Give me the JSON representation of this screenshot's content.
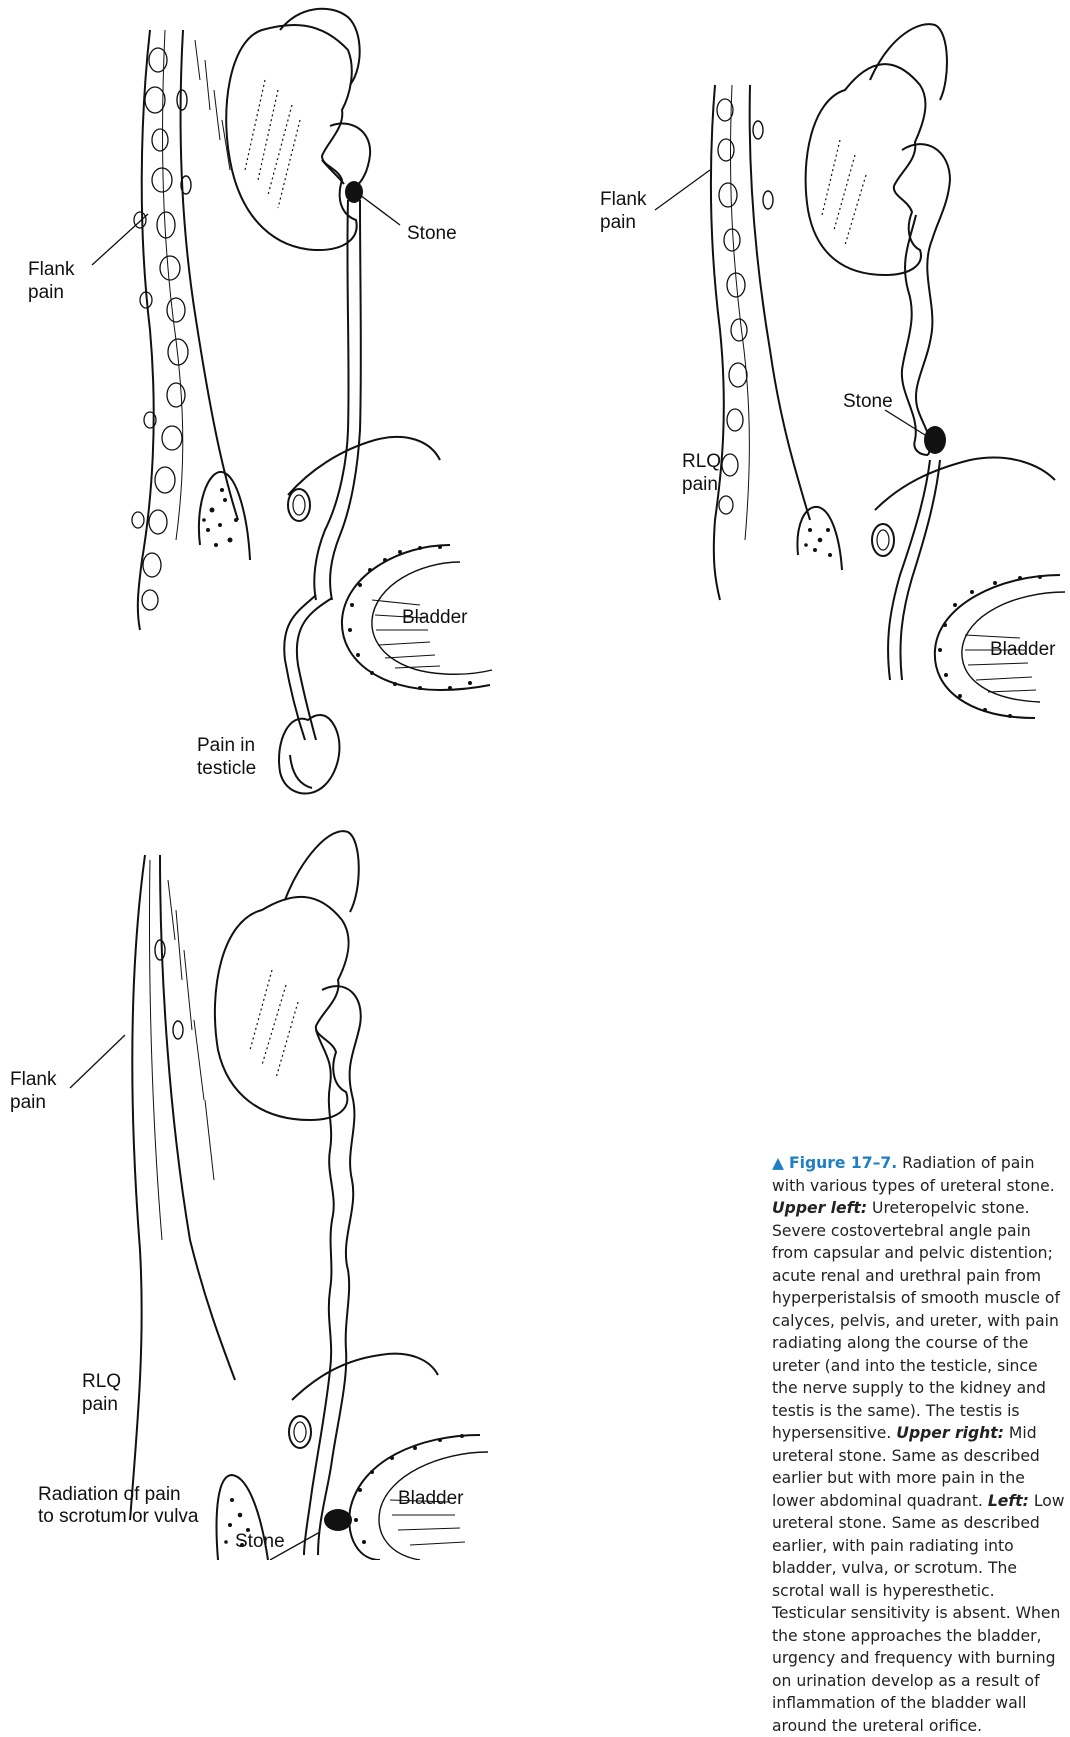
{
  "upper_left": {
    "flank_pain": "Flank\npain",
    "stone": "Stone",
    "bladder": "Bladder",
    "pain_in_testicle": "Pain in\ntesticle"
  },
  "upper_right": {
    "flank_pain": "Flank\npain",
    "stone": "Stone",
    "rlq_pain": "RLQ\npain",
    "bladder": "Bladder"
  },
  "lower": {
    "flank_pain": "Flank\npain",
    "rlq_pain": "RLQ\npain",
    "radiation": "Radiation of pain\nto scrotum or vulva",
    "bladder": "Bladder",
    "stone": "Stone"
  },
  "caption": {
    "marker": "▲",
    "figure_label": "Figure 17–7.",
    "intro": "Radiation of pain with various types of ureteral stone.",
    "upper_left_head": "Upper left:",
    "upper_left_text": "Ureteropelvic stone. Severe costovertebral angle pain from capsular and pelvic distention; acute renal and urethral pain from hyperperistalsis of smooth muscle of calyces, pelvis, and ureter, with pain radiating along the course of the ureter (and into the testicle, since the nerve supply to the kidney and testis is the same). The testis is hypersensitive.",
    "upper_right_head": "Upper right:",
    "upper_right_text": "Mid ureteral stone. Same as described earlier but with more pain in the lower abdominal quadrant.",
    "left_head": "Left:",
    "left_text": "Low ureteral stone. Same as described earlier, with pain radiating into bladder, vulva, or scrotum. The scrotal wall is hyperesthetic. Testicular sensitivity is absent. When the stone approaches the bladder, urgency and frequency with burning on urination develop as a result of inflammation of the bladder wall around the ureteral orifice."
  }
}
